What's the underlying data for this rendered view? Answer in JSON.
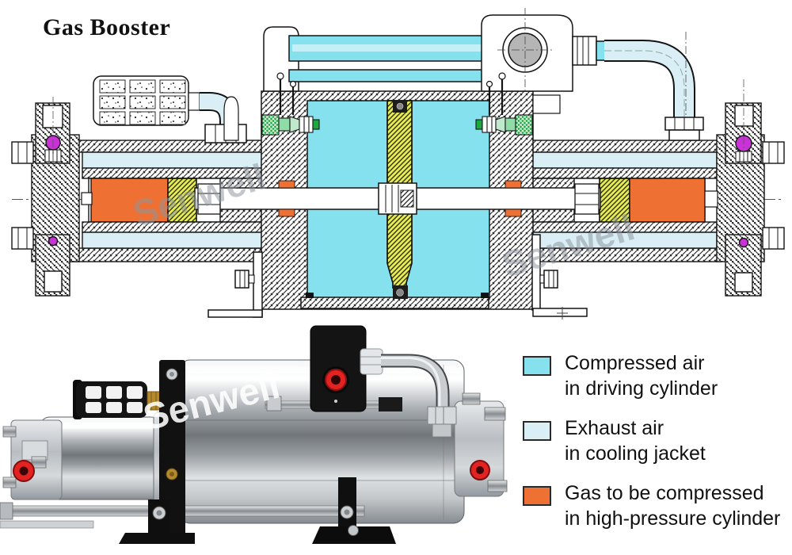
{
  "title": "Gas Booster",
  "watermark": {
    "text": "Senwell"
  },
  "legend": {
    "items": [
      {
        "line1": "Compressed air",
        "line2": "in driving cylinder",
        "color_key": "compressed_air"
      },
      {
        "line1": "Exhaust air",
        "line2": "in cooling jacket",
        "color_key": "exhaust_air"
      },
      {
        "line1": "Gas to be compressed",
        "line2": "in high-pressure cylinder",
        "color_key": "gas_compressed"
      }
    ]
  },
  "colors": {
    "compressed_air": "#86e1ee",
    "exhaust_air": "#daeef5",
    "gas_compressed": "#ee7033",
    "piston_yellow": "#e6ec4d",
    "valve_green": "#1ca83d",
    "check_ball_magenta": "#c932d6",
    "watermark_gray": "#8d959c",
    "photo_port_red": "#e32222",
    "photo_brass": "#b5892e"
  }
}
